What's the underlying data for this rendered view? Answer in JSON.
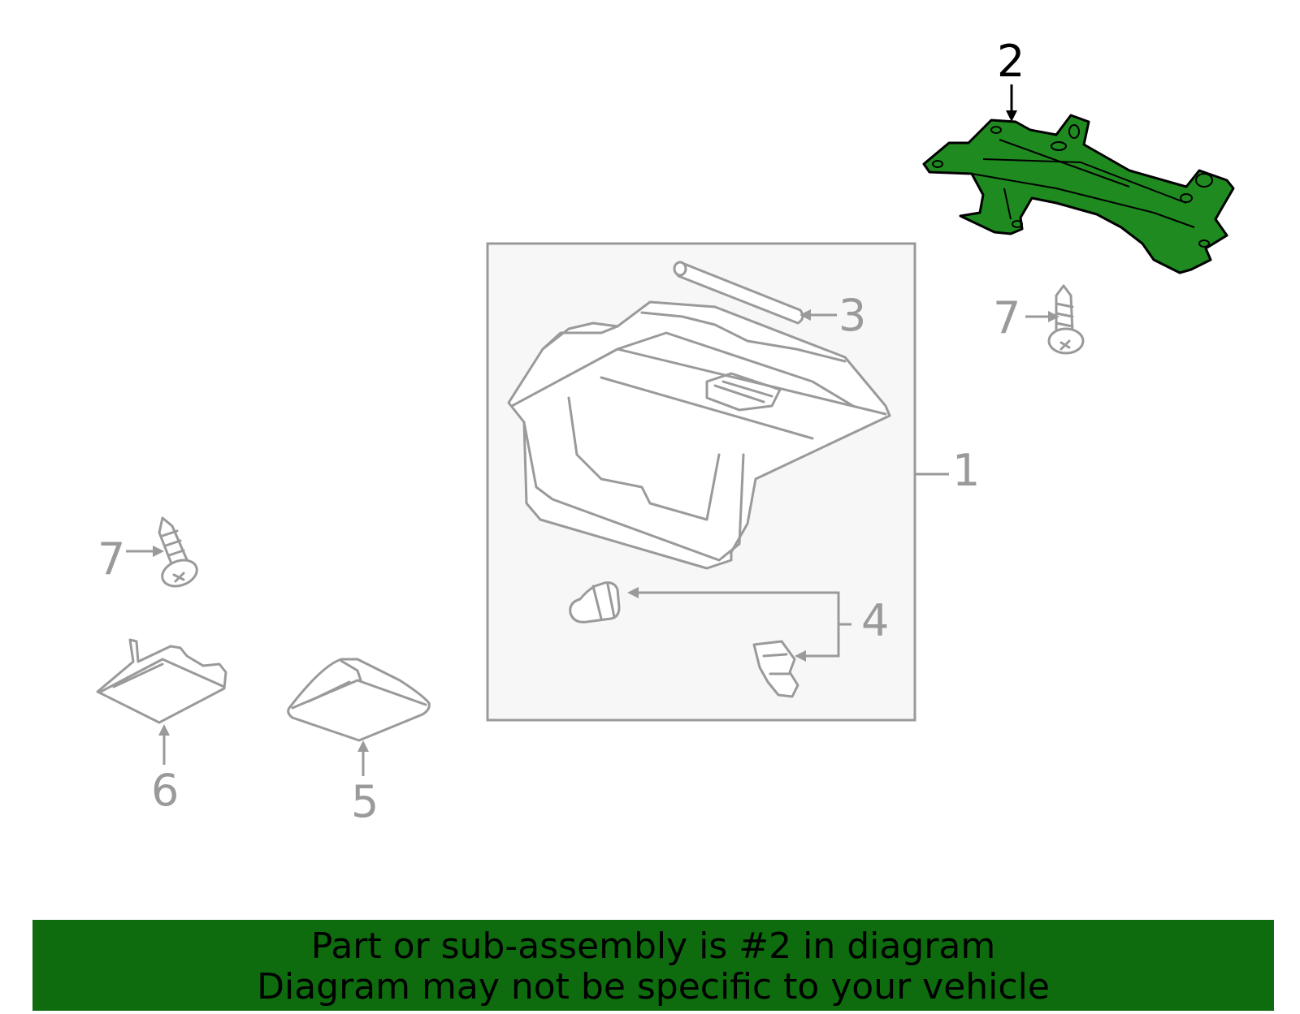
{
  "callouts": {
    "c1": "1",
    "c2": "2",
    "c3": "3",
    "c4": "4",
    "c5": "5",
    "c6": "6",
    "c7a": "7",
    "c7b": "7"
  },
  "highlighted_part": "2",
  "colors": {
    "highlight_fill": "#1f8a1f",
    "banner_bg": "#0e6b0e",
    "line_gray": "#9a9a9a",
    "frame_fill": "#f7f7f7"
  },
  "banner": {
    "line1": "Part or sub-assembly is #2 in diagram",
    "line2": "Diagram may not be specific to your vehicle"
  }
}
